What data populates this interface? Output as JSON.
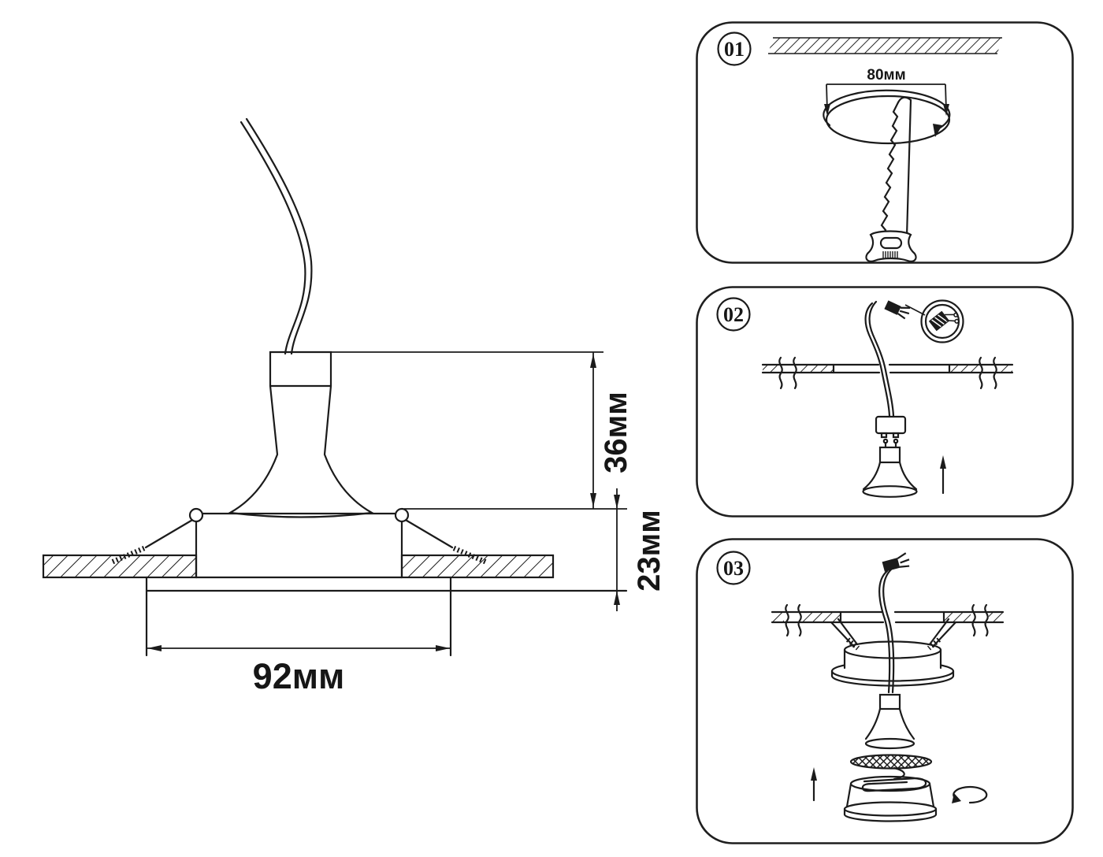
{
  "page": {
    "background": "#ffffff",
    "line_color": "#1b1b1b"
  },
  "main_drawing": {
    "labels": {
      "height_above": "36мм",
      "recess_depth": "23мм",
      "trim_diameter": "92мм"
    }
  },
  "panels": [
    {
      "number": "01",
      "labels": {
        "hole_diameter": "80мм"
      }
    },
    {
      "number": "02"
    },
    {
      "number": "03"
    }
  ]
}
